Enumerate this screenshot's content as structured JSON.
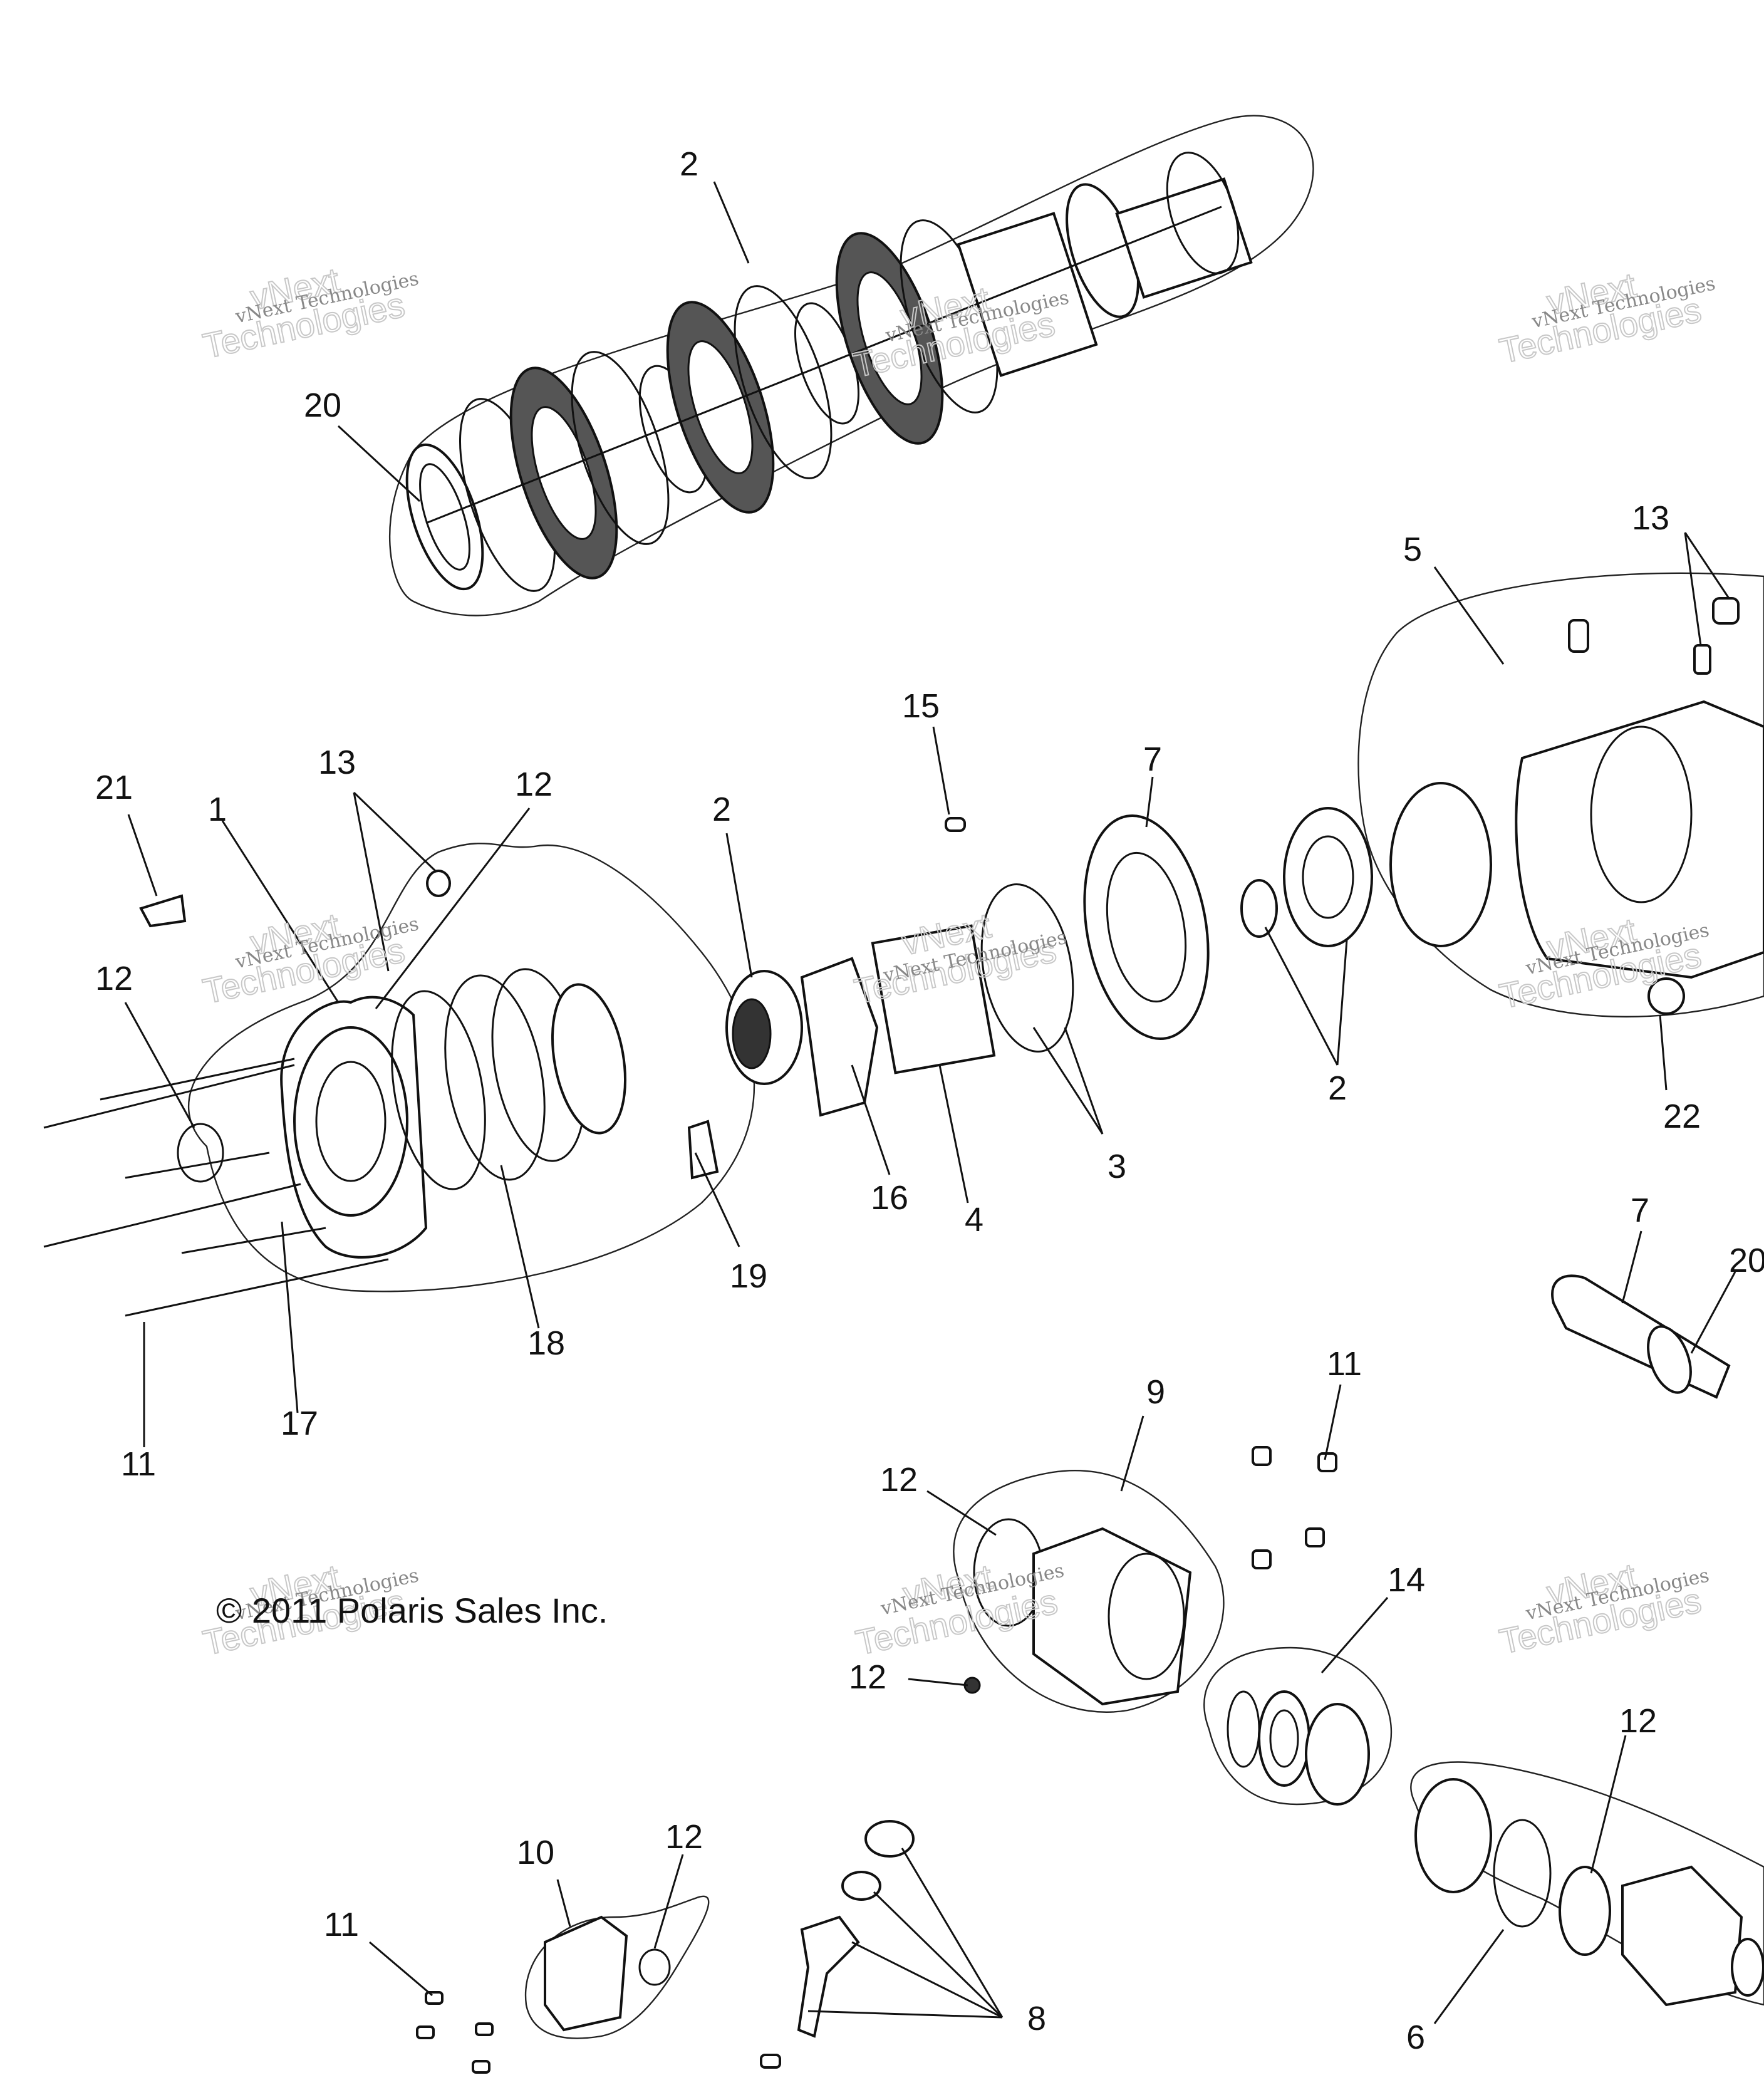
{
  "diagram": {
    "copyright": "© 2011 Polaris Sales Inc.",
    "watermark": {
      "line1": "vNext Technologies",
      "line2": "vNext",
      "line3": "Technologies"
    },
    "callouts": [
      {
        "id": "c-2-top",
        "label": "2"
      },
      {
        "id": "c-20-top",
        "label": "20"
      },
      {
        "id": "c-5",
        "label": "5"
      },
      {
        "id": "c-13-right",
        "label": "13"
      },
      {
        "id": "c-15",
        "label": "15"
      },
      {
        "id": "c-7-mid",
        "label": "7"
      },
      {
        "id": "c-2-mid",
        "label": "2"
      },
      {
        "id": "c-21",
        "label": "21"
      },
      {
        "id": "c-1",
        "label": "1"
      },
      {
        "id": "c-13-left",
        "label": "13"
      },
      {
        "id": "c-12-left-top",
        "label": "12"
      },
      {
        "id": "c-12-left",
        "label": "12"
      },
      {
        "id": "c-2-right",
        "label": "2"
      },
      {
        "id": "c-22",
        "label": "22"
      },
      {
        "id": "c-3",
        "label": "3"
      },
      {
        "id": "c-16",
        "label": "16"
      },
      {
        "id": "c-4",
        "label": "4"
      },
      {
        "id": "c-19",
        "label": "19"
      },
      {
        "id": "c-18",
        "label": "18"
      },
      {
        "id": "c-17",
        "label": "17"
      },
      {
        "id": "c-11-left",
        "label": "11"
      },
      {
        "id": "c-7-right",
        "label": "7"
      },
      {
        "id": "c-20-right",
        "label": "20"
      },
      {
        "id": "c-11-mid",
        "label": "11"
      },
      {
        "id": "c-9",
        "label": "9"
      },
      {
        "id": "c-12-housing",
        "label": "12"
      },
      {
        "id": "c-12-nut",
        "label": "12"
      },
      {
        "id": "c-14",
        "label": "14"
      },
      {
        "id": "c-12-right",
        "label": "12"
      },
      {
        "id": "c-10",
        "label": "10"
      },
      {
        "id": "c-12-bottom",
        "label": "12"
      },
      {
        "id": "c-11-bottom",
        "label": "11"
      },
      {
        "id": "c-8",
        "label": "8"
      },
      {
        "id": "c-6",
        "label": "6"
      }
    ]
  }
}
